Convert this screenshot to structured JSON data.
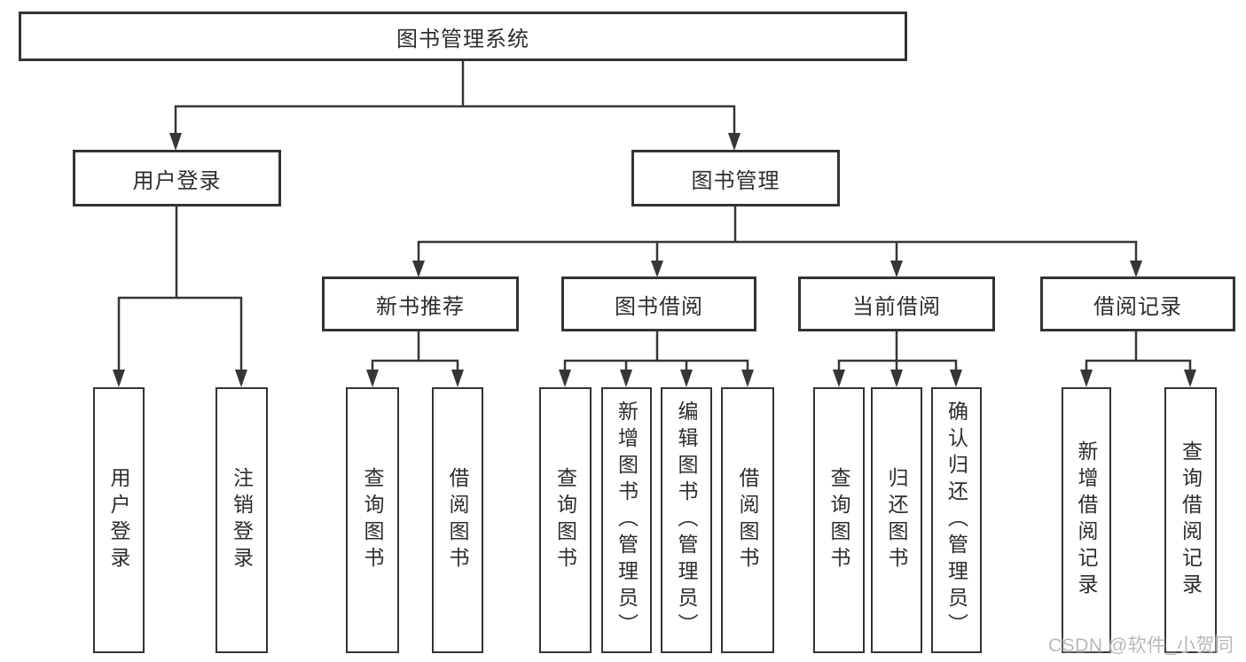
{
  "tree": {
    "root": "图书管理系统",
    "children": [
      {
        "label": "用户登录",
        "children": [
          "用户登录",
          "注销登录"
        ]
      },
      {
        "label": "图书管理",
        "children": [
          {
            "label": "新书推荐",
            "children": [
              "查询图书",
              "借阅图书"
            ]
          },
          {
            "label": "图书借阅",
            "children": [
              "查询图书",
              "新增图书（管理员）",
              "编辑图书（管理员）",
              "借阅图书"
            ]
          },
          {
            "label": "当前借阅",
            "children": [
              "查询图书",
              "归还图书",
              "确认归还（管理员）"
            ]
          },
          {
            "label": "借阅记录",
            "children": [
              "新增借阅记录",
              "查询借阅记录"
            ]
          }
        ]
      }
    ]
  },
  "watermark": {
    "text": "CSDN @软件_小贺同学"
  },
  "colors": {
    "line": "#363636",
    "border": "#333333",
    "text": "#2d2d2d",
    "watermark": "#b4b9be"
  }
}
